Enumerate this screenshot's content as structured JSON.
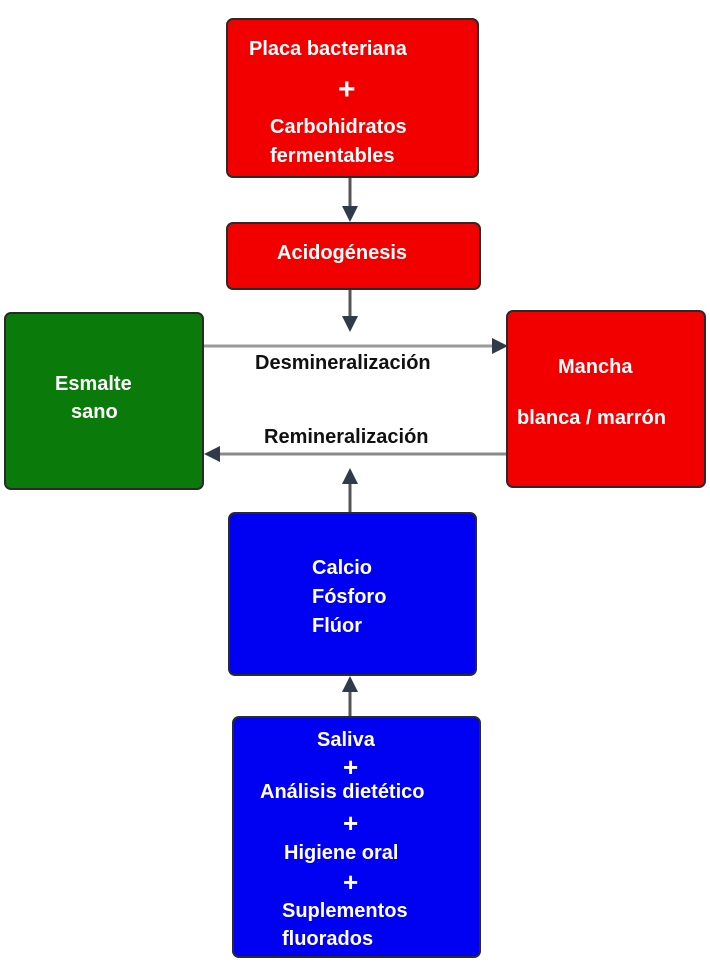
{
  "colors": {
    "red_box": "#f20000",
    "green_box": "#0a7a0a",
    "blue_box": "#0000f2",
    "arrow": "#555555",
    "text_on_box": "#ffffff",
    "label_text": "#111111"
  },
  "placa_box": {
    "line1": "Placa bacteriana",
    "plus": "+",
    "line2": "Carbohidratos",
    "line3": "fermentables"
  },
  "acid_box": {
    "label": "Acidogénesis"
  },
  "esmalte_box": {
    "line1": "Esmalte",
    "line2": "sano"
  },
  "mancha_box": {
    "line1": "Mancha",
    "line2": "blanca / marrón"
  },
  "arrow_labels": {
    "desmineralizacion": "Desmineralización",
    "remineralizacion": "Remineralización"
  },
  "minerales_box": {
    "items": [
      "Calcio",
      "Fósforo",
      "Flúor"
    ]
  },
  "factores_box": {
    "items": [
      "Saliva",
      "Análisis dietético",
      "Higiene oral",
      "Suplementos",
      "fluorados"
    ],
    "plus": "+"
  }
}
